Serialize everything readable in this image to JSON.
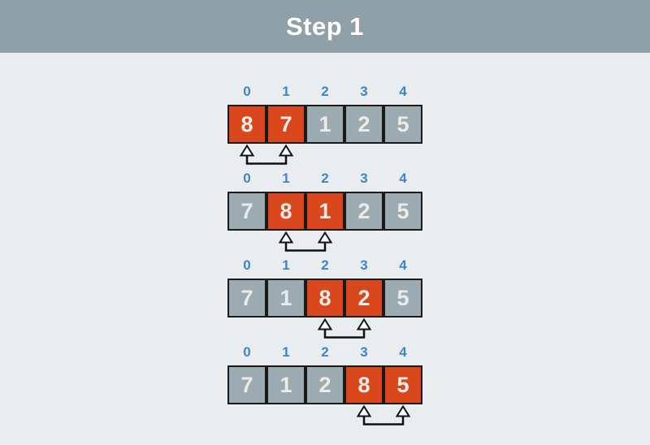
{
  "header": {
    "title": "Step 1"
  },
  "colors": {
    "header_bg": "#8fa0a8",
    "page_bg": "#e9edf0",
    "title_text": "#ffffff",
    "index_text": "#3d85c6",
    "cell_default_bg": "#9caab2",
    "cell_highlight_bg": "#d9481c",
    "cell_border": "#1a1a1a",
    "cell_text": "#e9ece9",
    "arrow_stroke": "#111111",
    "arrow_fill": "#ffffff"
  },
  "index_labels": [
    "0",
    "1",
    "2",
    "3",
    "4"
  ],
  "steps": [
    {
      "values": [
        "8",
        "7",
        "1",
        "2",
        "5"
      ],
      "highlighted": [
        0,
        1
      ],
      "swap_pair": [
        0,
        1
      ]
    },
    {
      "values": [
        "7",
        "8",
        "1",
        "2",
        "5"
      ],
      "highlighted": [
        1,
        2
      ],
      "swap_pair": [
        1,
        2
      ]
    },
    {
      "values": [
        "7",
        "1",
        "8",
        "2",
        "5"
      ],
      "highlighted": [
        2,
        3
      ],
      "swap_pair": [
        2,
        3
      ]
    },
    {
      "values": [
        "7",
        "1",
        "2",
        "8",
        "5"
      ],
      "highlighted": [
        3,
        4
      ],
      "swap_pair": [
        3,
        4
      ]
    }
  ],
  "icons": {
    "swap_arrow": "swap-bracket-up-arrows-icon"
  }
}
